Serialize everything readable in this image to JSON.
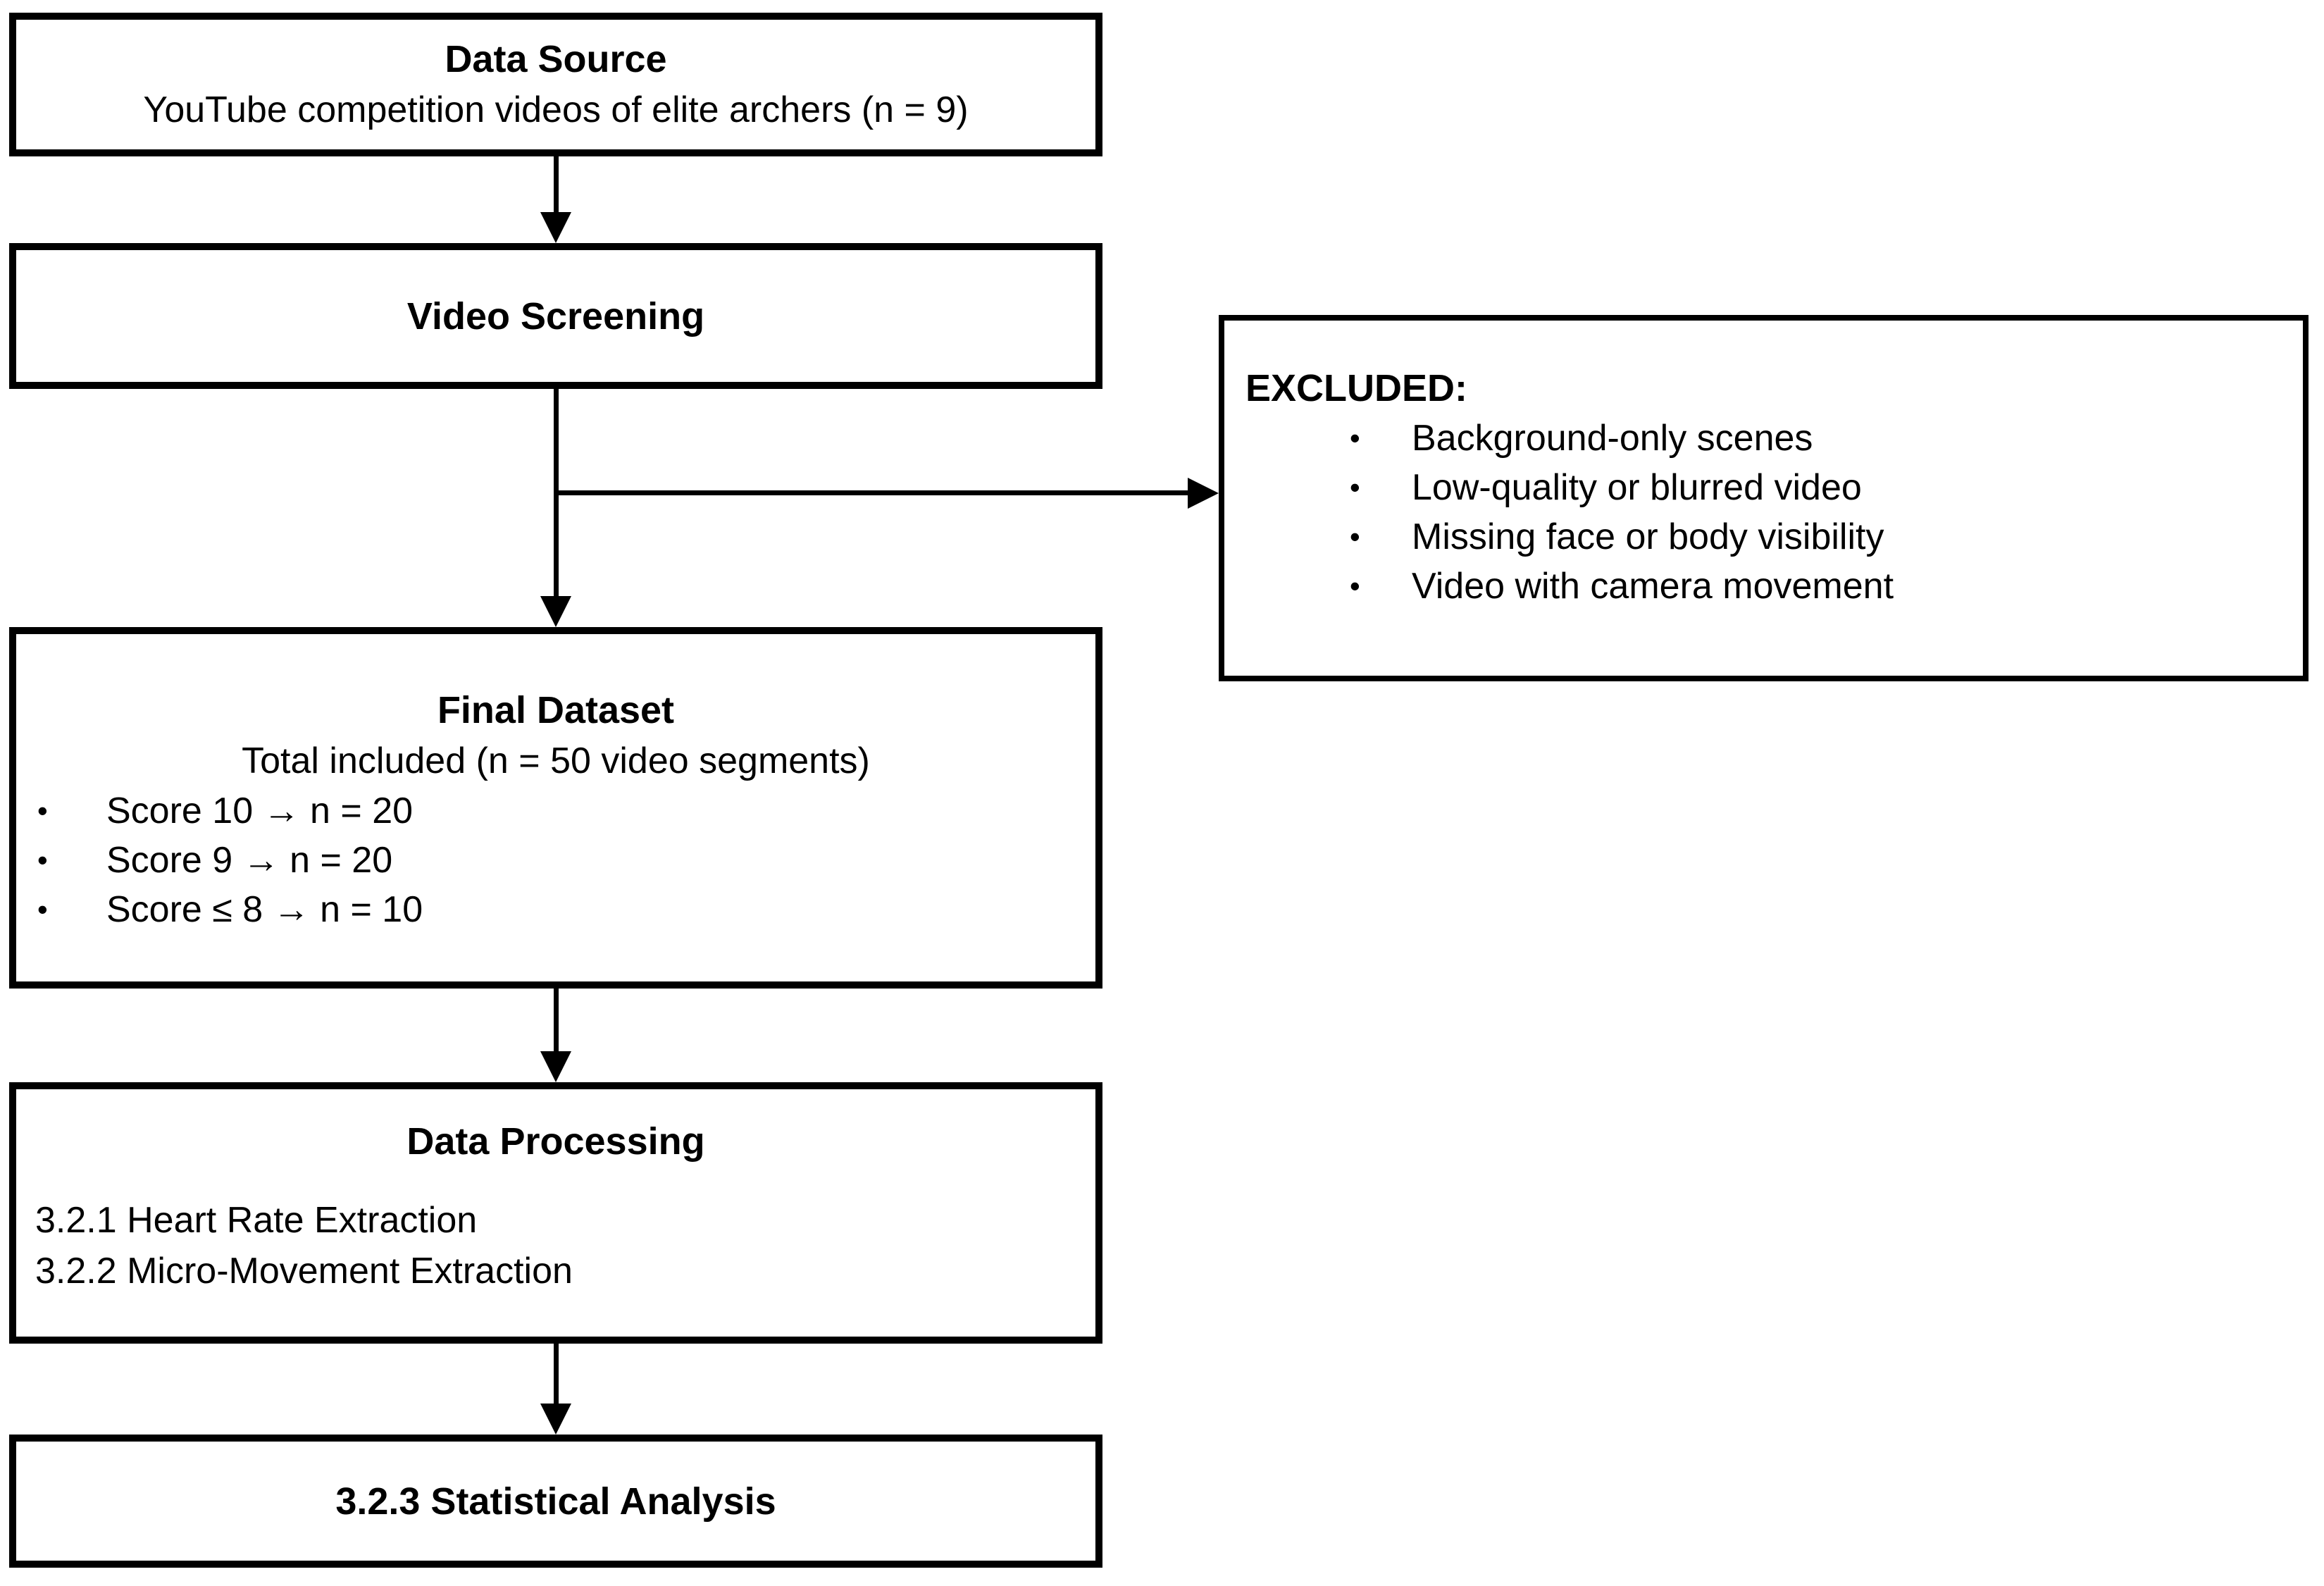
{
  "colors": {
    "line": "#000000",
    "background": "#ffffff",
    "text": "#000000"
  },
  "boxes": {
    "data_source": {
      "title": "Data Source",
      "subtitle": "YouTube competition videos of elite archers (n = 9)"
    },
    "video_screening": {
      "title": "Video Screening"
    },
    "excluded": {
      "title": "EXCLUDED:",
      "items": [
        "Background-only scenes",
        "Low-quality or blurred video",
        "Missing face or body visibility",
        "Video with camera movement"
      ]
    },
    "final_dataset": {
      "title": "Final Dataset",
      "subtitle": "Total included (n = 50 video segments)",
      "items": [
        "Score 10 → n = 20",
        "Score 9 → n = 20",
        "Score ≤ 8 → n = 10"
      ]
    },
    "data_processing": {
      "title": "Data Processing",
      "items": [
        "3.2.1 Heart Rate Extraction",
        "3.2.2 Micro-Movement Extraction"
      ]
    },
    "statistical_analysis": {
      "title": "3.2.3 Statistical Analysis"
    }
  }
}
